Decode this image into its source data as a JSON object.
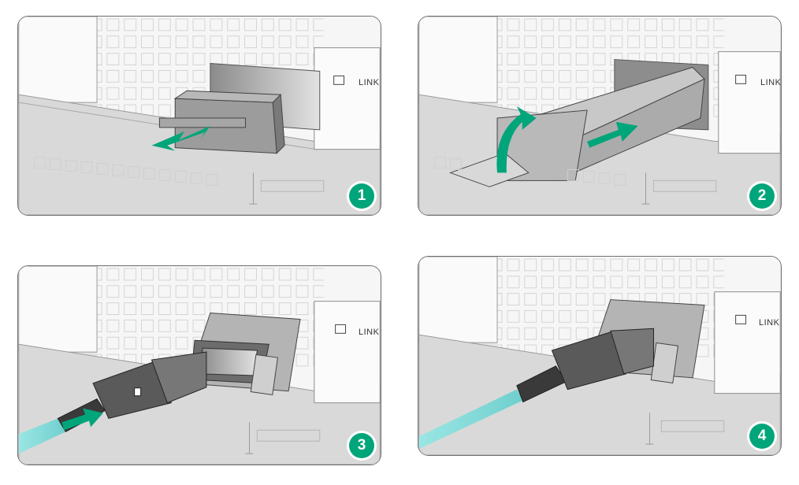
{
  "panels": [
    {
      "step": "1",
      "label": "LINK",
      "arrow_color": "#00a57a"
    },
    {
      "step": "2",
      "label": "LINK",
      "arrow_color": "#00a57a"
    },
    {
      "step": "3",
      "label": "LINK",
      "arrow_color": "#00a57a"
    },
    {
      "step": "4",
      "label": "LINK",
      "arrow_color": "#00a57a"
    }
  ],
  "colors": {
    "accent": "#00a57a",
    "cable": "#7fd8d6",
    "panel_border": "#6f6f6f",
    "device_gray": "#d6d6d6"
  }
}
